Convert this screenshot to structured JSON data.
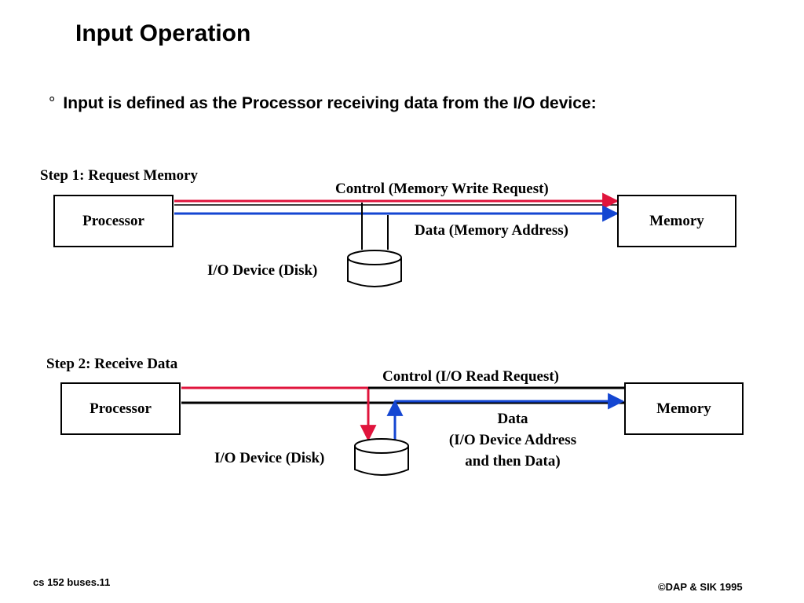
{
  "slide": {
    "title": "Input Operation",
    "bullet_symbol": "°",
    "bullet_text": "Input is defined as the Processor receiving data from the I/O device:"
  },
  "step1": {
    "heading": "Step 1: Request Memory",
    "control_label": "Control (Memory Write Request)",
    "data_label": "Data (Memory Address)",
    "processor": "Processor",
    "memory": "Memory",
    "io_device": "I/O Device (Disk)"
  },
  "step2": {
    "heading": "Step 2: Receive Data",
    "control_label": "Control (I/O Read Request)",
    "data_label_line1": "Data",
    "data_label_line2": "(I/O Device Address",
    "data_label_line3": "and then Data)",
    "processor": "Processor",
    "memory": "Memory",
    "io_device": "I/O Device (Disk)"
  },
  "footer": {
    "left": "cs 152  buses.11",
    "right": "©DAP & SIK 1995"
  },
  "colors": {
    "control_line": "#e0143c",
    "data_line": "#1446d2",
    "bus_line": "#000000"
  }
}
